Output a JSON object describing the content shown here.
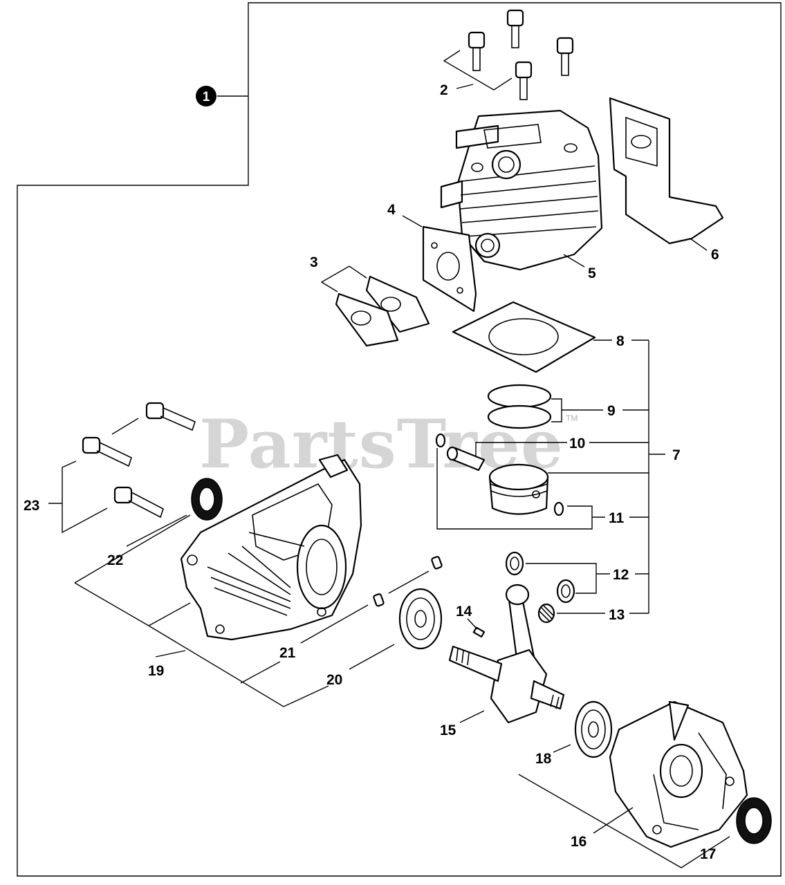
{
  "diagram": {
    "assembly_marker": "1",
    "watermark": "PartsTree",
    "watermark_tm": "TM",
    "callouts": [
      "2",
      "3",
      "4",
      "5",
      "6",
      "7",
      "8",
      "9",
      "10",
      "11",
      "12",
      "13",
      "14",
      "15",
      "16",
      "17",
      "18",
      "19",
      "20",
      "21",
      "22",
      "23"
    ]
  }
}
